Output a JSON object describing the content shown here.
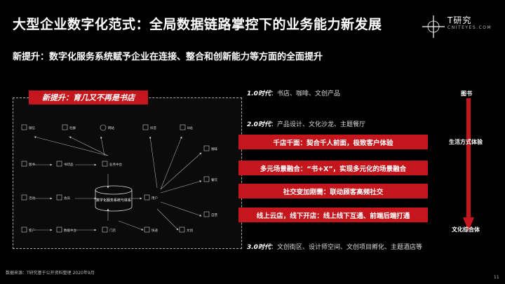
{
  "header": {
    "title": "大型企业数字化范式：全局数据链路掌控下的业务能力新发展",
    "subtitle": "新提升：数字化服务系统赋予企业在连接、整合和创新能力等方面的全面提升"
  },
  "logo": {
    "brand": "T研究",
    "sub": "CNITEYES.COM"
  },
  "diagram": {
    "tagline": "新提升：育几又不再是书店",
    "center_label": "数字化服务系统与体系",
    "nodes": {
      "n1": "微信",
      "n2": "社群",
      "n3": "网站",
      "n4": "抖音",
      "n5": "B站",
      "n6": "图书",
      "n7": "书印品",
      "n8": "业务中台",
      "n9": "活动",
      "n10": "会员",
      "n11": "用户",
      "n12": "客户",
      "n13": "数据中台",
      "n14": "门店",
      "n15": "咖啡",
      "n16": "餐饮",
      "n17": "自营",
      "n18": "文创",
      "n19": "快递"
    }
  },
  "eras": {
    "era1": {
      "label": "1.0时代",
      "text": "：书店、咖啡、文创产品"
    },
    "era2": {
      "label": "2.0时代",
      "text": "：产品设计、文化沙龙、主题餐厅"
    },
    "era3": {
      "label": "3.0时代",
      "text": "：文创街区、设计师空间、文创项目孵化、主题酒店等"
    }
  },
  "bars": [
    "千店千面：契合千人前面，极致客户体验",
    "多元场景融合：“书+X”，实现多元化的场景融合",
    "社交变加刚需：联动顾客高频社交",
    "线上云店，线下开店：线上线下互通、前端后端打通"
  ],
  "sidebar": {
    "top": "图书",
    "middle": "生活方式体验",
    "bottom": "文化综合体"
  },
  "footer": {
    "source": "数据来源：T研究基于公开资料整理 2020年9月",
    "page": "11"
  },
  "colors": {
    "accent": "#c4161c",
    "background": "#000000"
  }
}
